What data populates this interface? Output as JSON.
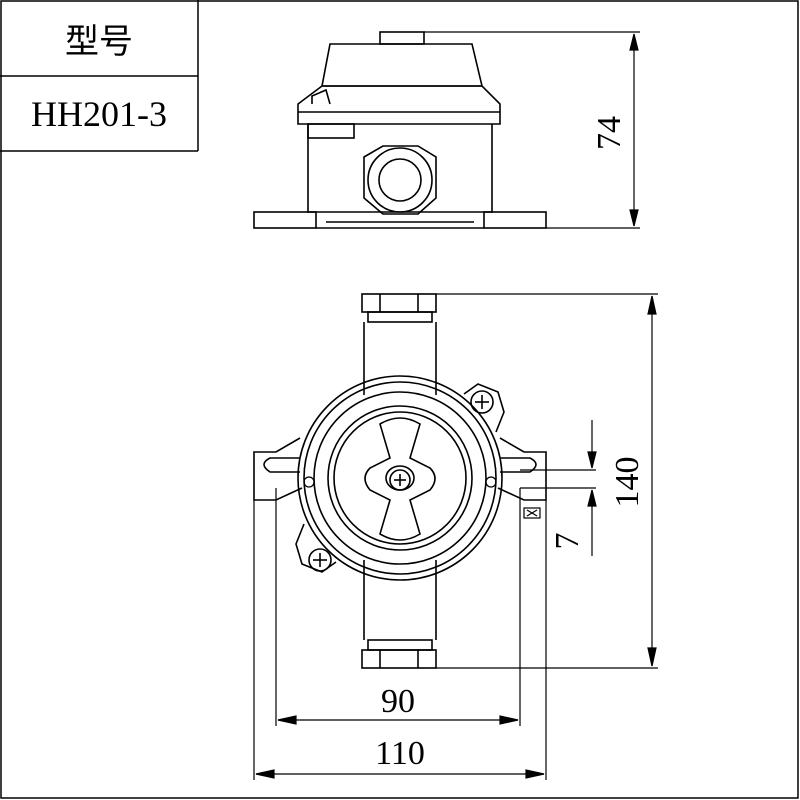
{
  "table": {
    "header": "型号",
    "model": "HH201-3"
  },
  "dimensions": {
    "height_top_view": "74",
    "height_front_view": "140",
    "mount_offset": "7",
    "mount_hole_span": "90",
    "overall_width": "110"
  },
  "colors": {
    "line": "#000000",
    "background": "#ffffff"
  }
}
